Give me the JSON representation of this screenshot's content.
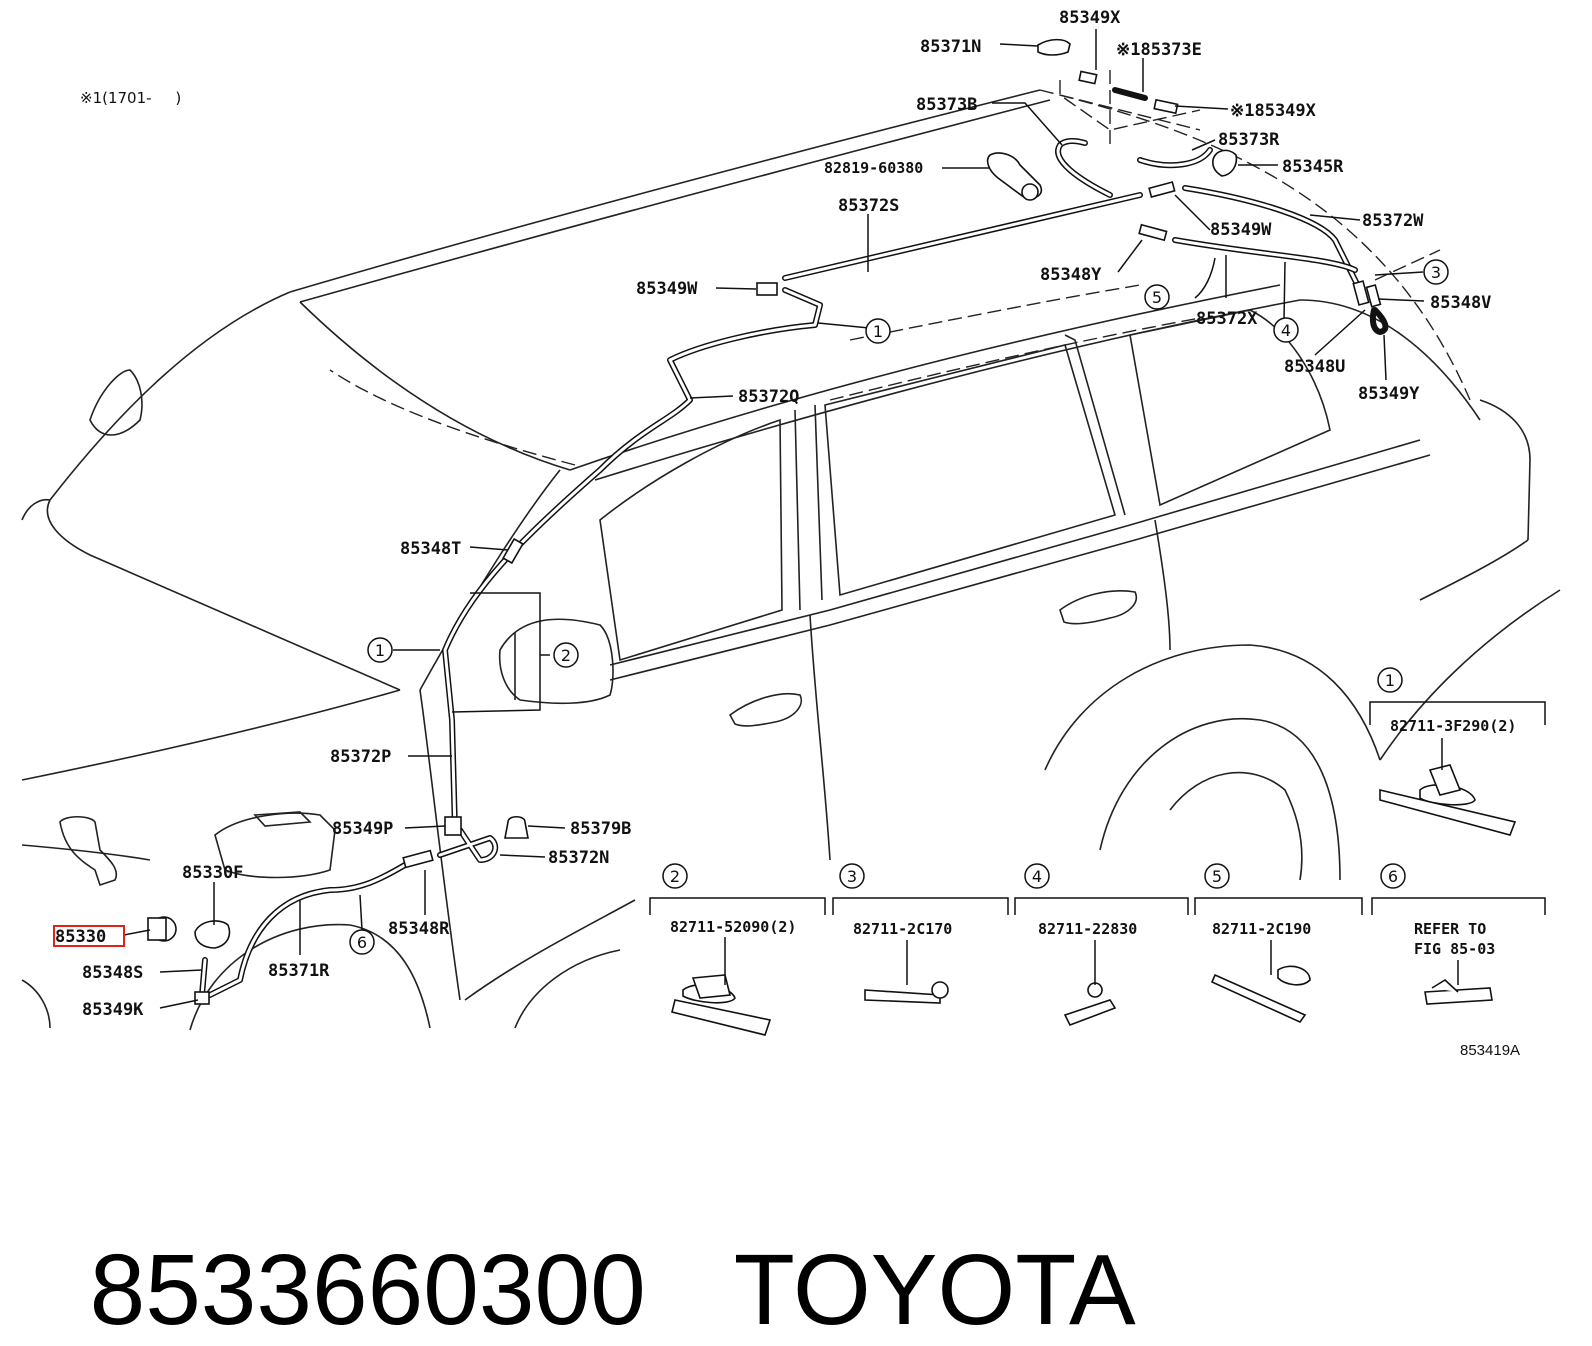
{
  "note": "※1(1701-     )",
  "figure_id": "853419A",
  "labels": {
    "p85349X_top": "85349X",
    "p85371N": "85371N",
    "p85373E": "※185373E",
    "p85373B": "85373B",
    "p85349X_2": "※185349X",
    "p85373R": "85373R",
    "p82819": "82819-60380",
    "p85345R": "85345R",
    "p85372S": "85372S",
    "p85372W": "85372W",
    "p85349W_r": "85349W",
    "p85348Y": "85348Y",
    "p85349W_l": "85349W",
    "p85348V": "85348V",
    "p85372X": "85372X",
    "p85348U": "85348U",
    "p85349Y": "85349Y",
    "p85372Q": "85372Q",
    "p85348T": "85348T",
    "p85372P": "85372P",
    "p85349P": "85349P",
    "p85379B": "85379B",
    "p85372N": "85372N",
    "p85330F": "85330F",
    "p85330": "85330",
    "p85348S": "85348S",
    "p85371R": "85371R",
    "p85348R": "85348R",
    "p85349K": "85349K"
  },
  "callouts": [
    "1",
    "2",
    "3",
    "4",
    "5",
    "6"
  ],
  "details": [
    {
      "num": "1",
      "part": "82711-3F290(2)"
    },
    {
      "num": "2",
      "part": "82711-52090(2)"
    },
    {
      "num": "3",
      "part": "82711-2C170"
    },
    {
      "num": "4",
      "part": "82711-22830"
    },
    {
      "num": "5",
      "part": "82711-2C190"
    },
    {
      "num": "6",
      "ref_line1": "REFER TO",
      "ref_line2": "FIG 85-03"
    }
  ],
  "footer": {
    "part_number": "8533660300",
    "brand": "TOYOTA"
  }
}
